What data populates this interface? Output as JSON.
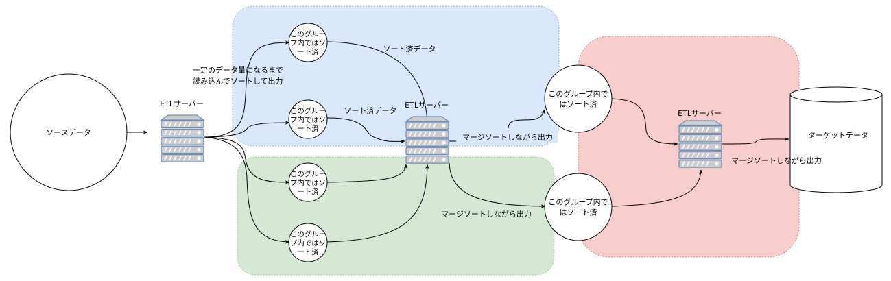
{
  "colors": {
    "group_blue_fill": "#dae8fc",
    "group_blue_stroke": "#6c8ebf",
    "group_green_fill": "#d5e8d4",
    "group_green_stroke": "#82b366",
    "group_red_fill": "#f8cecc",
    "group_red_stroke": "#b85450",
    "server_fill": "#cccccc",
    "server_stroke": "#6c8ebf",
    "line": "#000000"
  },
  "nodes": {
    "source": {
      "label": "ソースデータ"
    },
    "target": {
      "label": "ターゲットデータ"
    },
    "server1": {
      "label": "ETLサーバー"
    },
    "server2": {
      "label": "ETLサーバー"
    },
    "server3": {
      "label": "ETLサーバー"
    },
    "small_circles": [
      {
        "lines": [
          "このグルー",
          "プ内ではソ",
          "ート済"
        ]
      },
      {
        "lines": [
          "このグルー",
          "プ内ではソ",
          "ート済"
        ]
      },
      {
        "lines": [
          "このグルー",
          "プ内ではソ",
          "ート済"
        ]
      },
      {
        "lines": [
          "このグルー",
          "プ内ではソ",
          "ート済"
        ]
      }
    ],
    "big_circles": [
      {
        "lines": [
          "このグループ内で",
          "はソート済"
        ]
      },
      {
        "lines": [
          "このグループ内で",
          "はソート済"
        ]
      }
    ]
  },
  "labels": {
    "read_sort": [
      "一定のデータ量になるまで",
      "読み込んでソートして出力"
    ],
    "sorted_data_top": "ソート済データ",
    "sorted_data_mid": "ソート済データ",
    "merge_out_1": "マージソートしながら出力",
    "merge_out_2": "マージソートしながら出力",
    "merge_out_3": "マージソートしながら出力"
  }
}
